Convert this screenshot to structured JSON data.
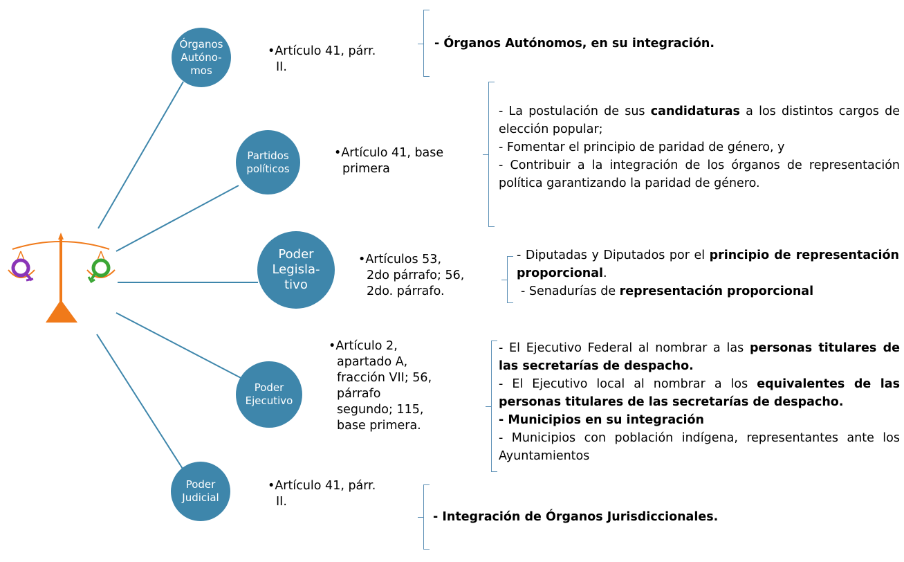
{
  "nodes": {
    "organos": {
      "label_lines": [
        "Órganos",
        "Autóno-",
        "mos"
      ]
    },
    "partidos": {
      "label_lines": [
        "Partidos",
        "políticos"
      ]
    },
    "legislativo": {
      "label_lines": [
        "Poder",
        "Legisla-",
        "tivo"
      ]
    },
    "ejecutivo": {
      "label_lines": [
        "Poder",
        "Ejecutivo"
      ]
    },
    "judicial": {
      "label_lines": [
        "Poder",
        "Judicial"
      ]
    }
  },
  "articles": {
    "organos": [
      "•Artículo 41, párr.",
      "II."
    ],
    "partidos": [
      "•Artículo 41, base",
      "primera"
    ],
    "legislativo": [
      "•Artículos 53,",
      "2do párrafo; 56,",
      "2do. párrafo."
    ],
    "ejecutivo": [
      "•Artículo 2,",
      "apartado A,",
      "fracción VII; 56,",
      "párrafo",
      "segundo; 115,",
      "base primera."
    ],
    "judicial": [
      "•Artículo 41, párr.",
      "II."
    ]
  },
  "descriptions": {
    "organos": {
      "bold": "- Órganos Autónomos, en su integración."
    },
    "partidos": {
      "item1_pre": "- La postulación de sus ",
      "item1_bold": "candidaturas",
      "item1_post": " a los distintos cargos de elección popular;",
      "item2": "- Fomentar el principio de paridad de género, y",
      "item3": "- Contribuir a la integración de los órganos de representación política garantizando la paridad de género."
    },
    "legislativo": {
      "item1_pre": "- Diputadas y Diputados por el ",
      "item1_bold": "principio de representación proporcional",
      "item1_post": ".",
      "item2_pre": "- Senadurías de ",
      "item2_bold": "representación proporcional"
    },
    "ejecutivo": {
      "item1_pre": "- El Ejecutivo Federal al nombrar a las ",
      "item1_bold": "personas titulares de las secretarías de despacho.",
      "item2_pre": "- El Ejecutivo local al nombrar a los ",
      "item2_bold": "equivalentes de las personas titulares de las secretarías de despacho.",
      "item3_bold": "- Municipios en su integración",
      "item4": "- Municipios con población indígena, representantes ante los Ayuntamientos"
    },
    "judicial": {
      "bold": "- Integración de Órganos Jurisdiccionales."
    }
  },
  "colors": {
    "circle_fill": "#3e86ab",
    "connector_line": "#3e86ab",
    "bracket": "#5b8fb5",
    "scale_orange": "#f07a1a",
    "female_symbol": "#8a35b8",
    "male_symbol": "#3aa635"
  },
  "icons": {
    "center": "scales-of-justice-icon"
  }
}
